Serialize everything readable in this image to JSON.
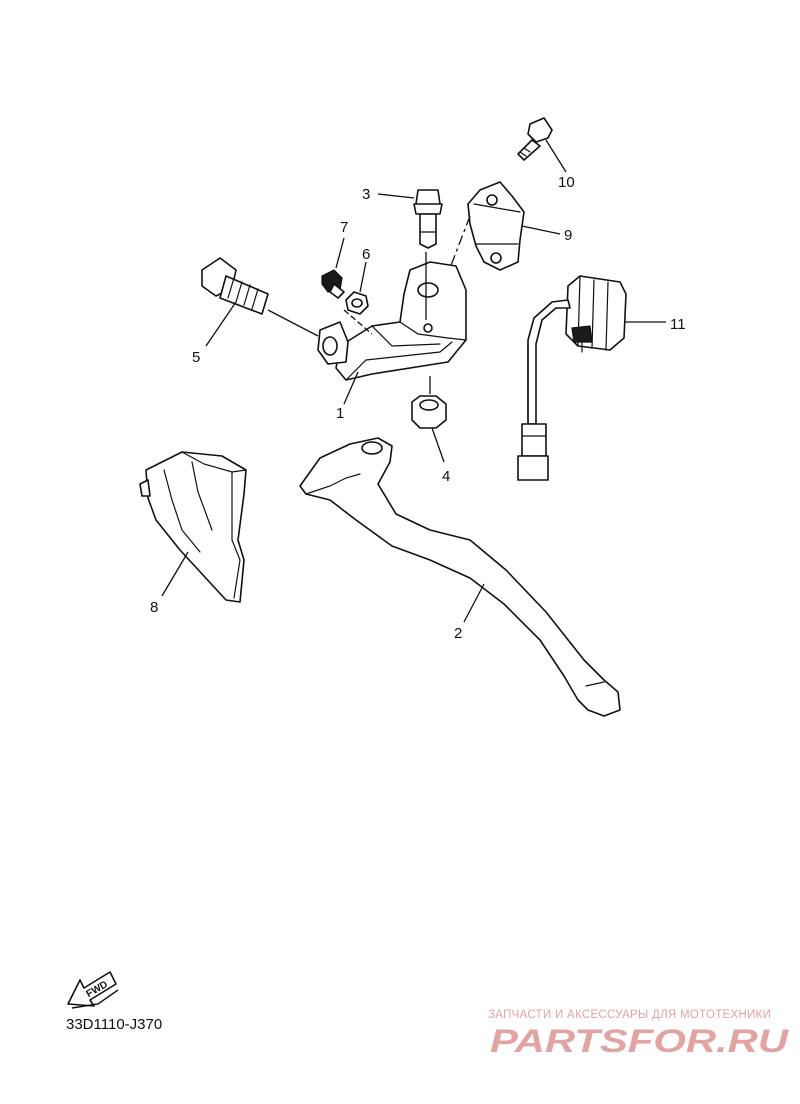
{
  "diagram": {
    "code": "33D1110-J370",
    "fwd_label": "FWD",
    "callouts": {
      "p1": "1",
      "p2": "2",
      "p3": "3",
      "p4": "4",
      "p5": "5",
      "p6": "6",
      "p7": "7",
      "p8": "8",
      "p9": "9",
      "p10": "10",
      "p11": "11"
    }
  },
  "watermark": {
    "tagline": "ЗАПЧАСТИ И АКСЕССУАРЫ ДЛЯ МОТОТЕХНИКИ",
    "logo_text": "PARTSFOR.RU",
    "color": "#e2a3a3"
  }
}
